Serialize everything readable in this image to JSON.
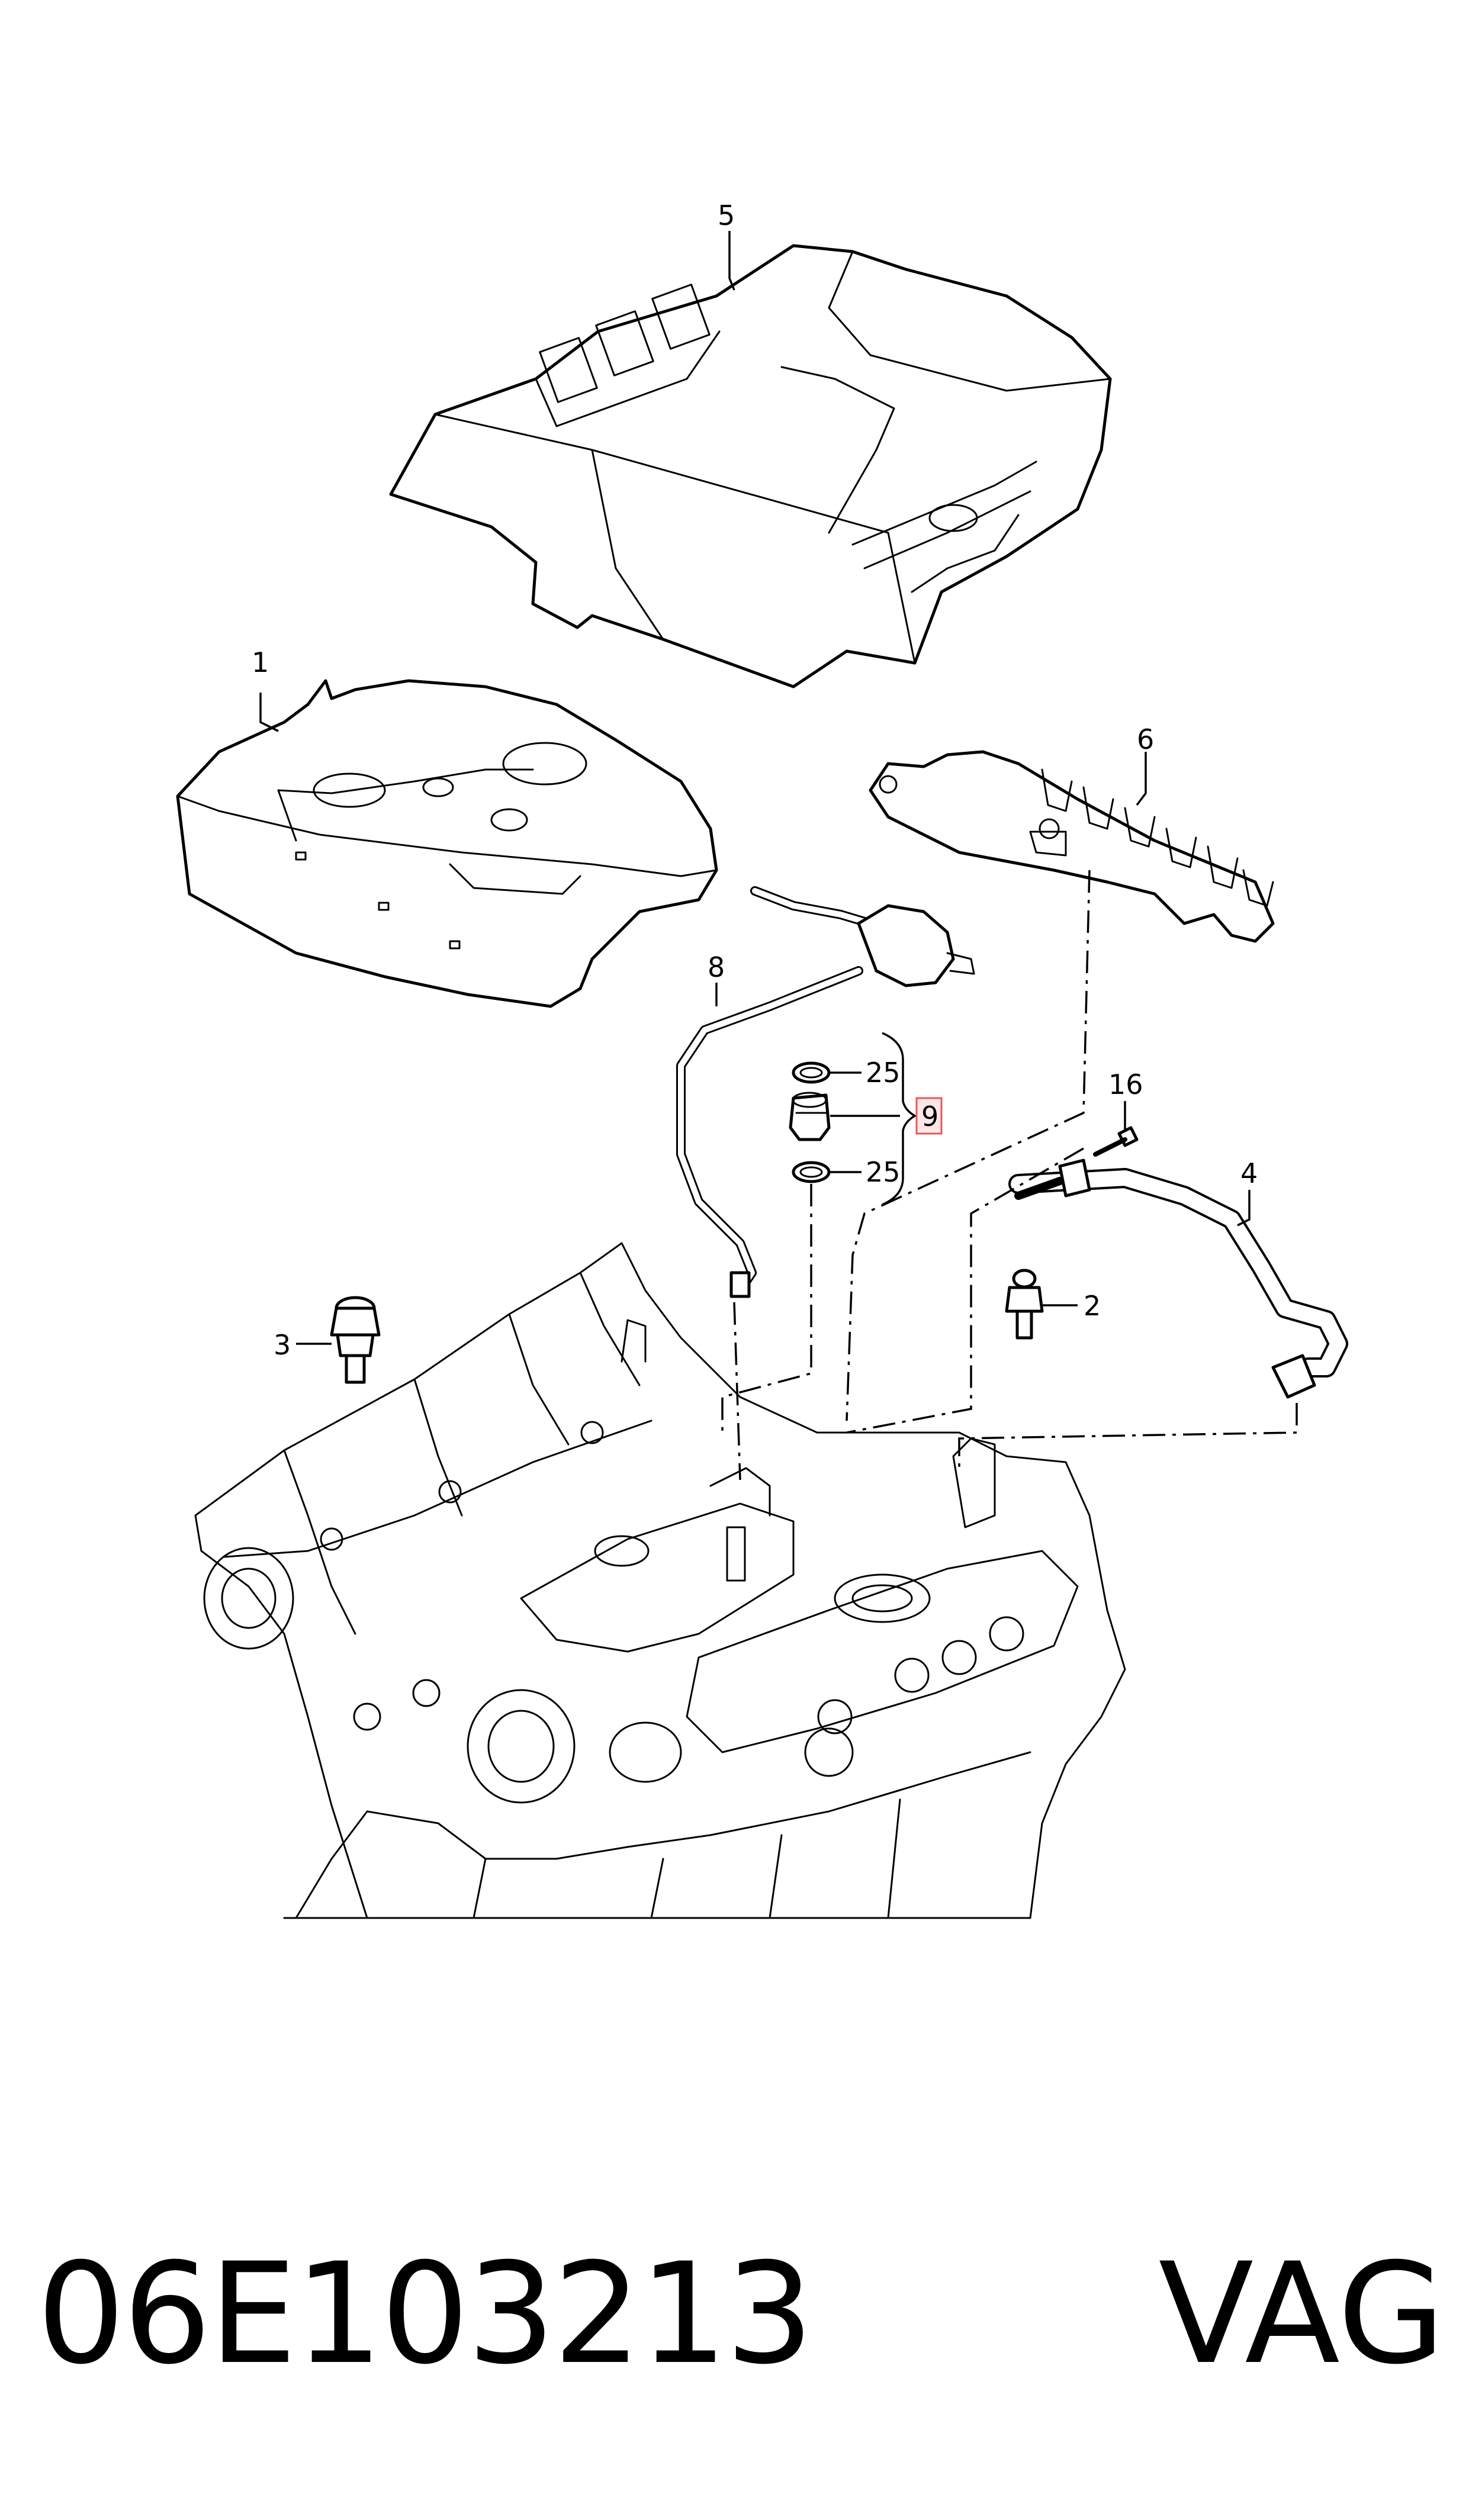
{
  "diagram": {
    "callouts": {
      "c1": "1",
      "c2": "2",
      "c3": "3",
      "c4": "4",
      "c5": "5",
      "c6": "6",
      "c8": "8",
      "c9": "9",
      "c16": "16",
      "c25a": "25",
      "c25b": "25"
    },
    "highlight_color": "#e8585a"
  },
  "footer": {
    "part_number": "06E103213",
    "brand": "VAG"
  }
}
